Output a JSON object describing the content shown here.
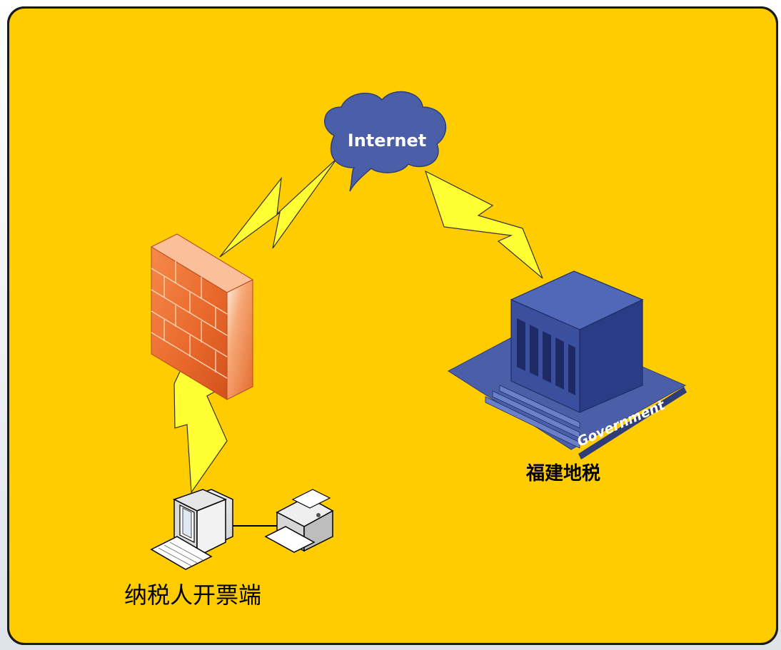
{
  "colors": {
    "background": "#ffcc00",
    "cloud": "#4a5fa8",
    "lightning": "#ffff33",
    "firewall": "#f07a3a",
    "building": "#34499a",
    "border": "#1a1a1a"
  },
  "nodes": {
    "internet": {
      "label": "Internet",
      "icon": "cloud-icon"
    },
    "firewall": {
      "icon": "firewall-icon"
    },
    "government": {
      "label": "福建地税",
      "badge": "Government",
      "icon": "government-building-icon"
    },
    "client": {
      "label": "纳税人开票端",
      "icons": [
        "computer-icon",
        "printer-icon"
      ]
    }
  },
  "links": [
    {
      "from": "firewall",
      "to": "internet",
      "style": "lightning"
    },
    {
      "from": "internet",
      "to": "government",
      "style": "lightning"
    },
    {
      "from": "client",
      "to": "firewall",
      "style": "lightning"
    },
    {
      "from": "computer",
      "to": "printer",
      "style": "cable"
    }
  ]
}
